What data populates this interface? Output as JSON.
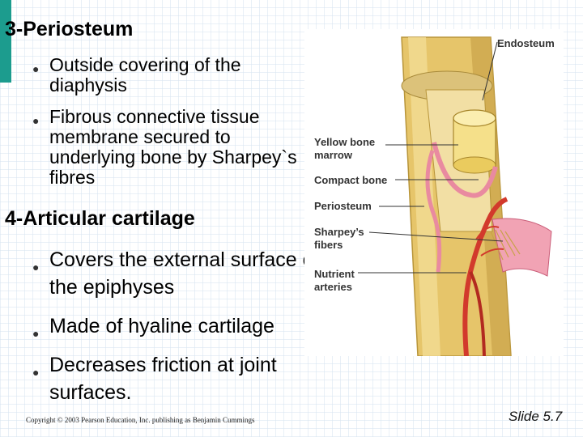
{
  "sections": [
    {
      "heading": "3-Periosteum",
      "bullets": [
        "Outside covering of the diaphysis",
        "Fibrous connective tissue membrane secured to underlying bone by Sharpey`s fibres"
      ]
    },
    {
      "heading": "4-Articular cartilage",
      "bullets": [
        "Covers the external surface of the  epiphyses",
        "Made of hyaline cartilage",
        "Decreases friction at joint surfaces."
      ]
    }
  ],
  "figure": {
    "labels": {
      "endosteum": "Endosteum",
      "yellow_bone_marrow": "Yellow bone marrow",
      "compact_bone": "Compact bone",
      "periosteum": "Periosteum",
      "sharpeys_fibers": "Sharpey’s fibers",
      "nutrient_arteries": "Nutrient arteries"
    }
  },
  "footer": {
    "copyright": "Copyright © 2003 Pearson Education, Inc. publishing as Benjamin Cummings",
    "slide_number": "Slide 5.7"
  },
  "colors": {
    "accent": "#1c9c8e",
    "bone": "#e6c56a",
    "periosteum": "#e98aa0",
    "artery": "#d23a2c"
  }
}
